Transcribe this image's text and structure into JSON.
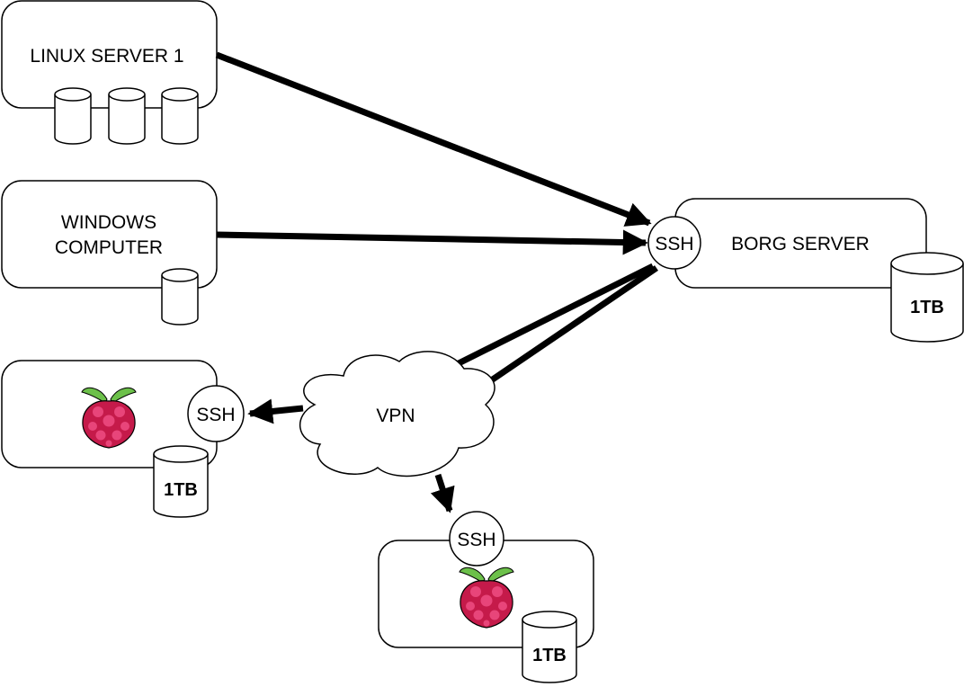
{
  "nodes": {
    "linux_server": {
      "label": "LINUX SERVER 1"
    },
    "windows_computer": {
      "line1": "WINDOWS",
      "line2": "COMPUTER"
    },
    "borg_server": {
      "label": "BORG SERVER",
      "ssh": "SSH",
      "disk": "1TB"
    },
    "pi_left": {
      "ssh": "SSH",
      "disk": "1TB"
    },
    "pi_bottom": {
      "ssh": "SSH",
      "disk": "1TB"
    },
    "vpn": {
      "label": "VPN"
    }
  },
  "colors": {
    "stroke": "#000000",
    "raspberry_red": "#c51a4a",
    "raspberry_leaf": "#6cc04a"
  }
}
